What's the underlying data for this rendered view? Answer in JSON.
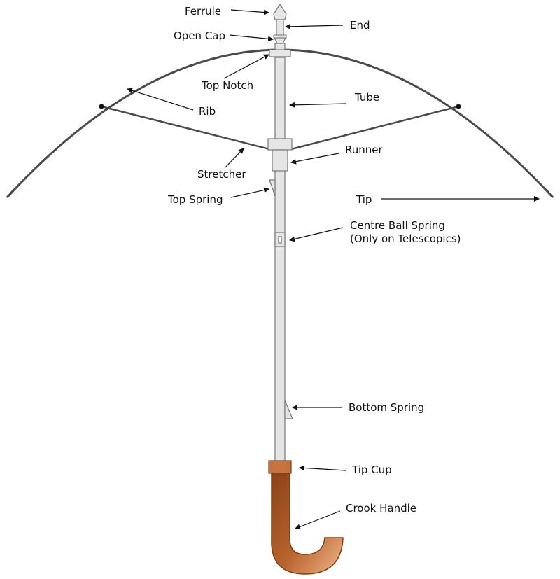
{
  "labels": {
    "ferrule": "Ferrule",
    "end": "End",
    "open_cap": "Open Cap",
    "top_notch": "Top Notch",
    "rib": "Rib",
    "tube": "Tube",
    "runner": "Runner",
    "stretcher": "Stretcher",
    "top_spring": "Top Spring",
    "tip": "Tip",
    "centre_ball_spring_line1": "Centre Ball Spring",
    "centre_ball_spring_line2": "(Only on Telescopics)",
    "bottom_spring": "Bottom Spring",
    "tip_cup": "Tip Cup",
    "crook_handle": "Crook Handle"
  },
  "colors": {
    "line": "#4a4a4a",
    "shaft_fill": "#e6e6e6",
    "shaft_stroke": "#777777",
    "tip_cup": "#c8733f",
    "handle_dark": "#8a4215",
    "handle_light": "#f2b58a",
    "text": "#111111"
  }
}
